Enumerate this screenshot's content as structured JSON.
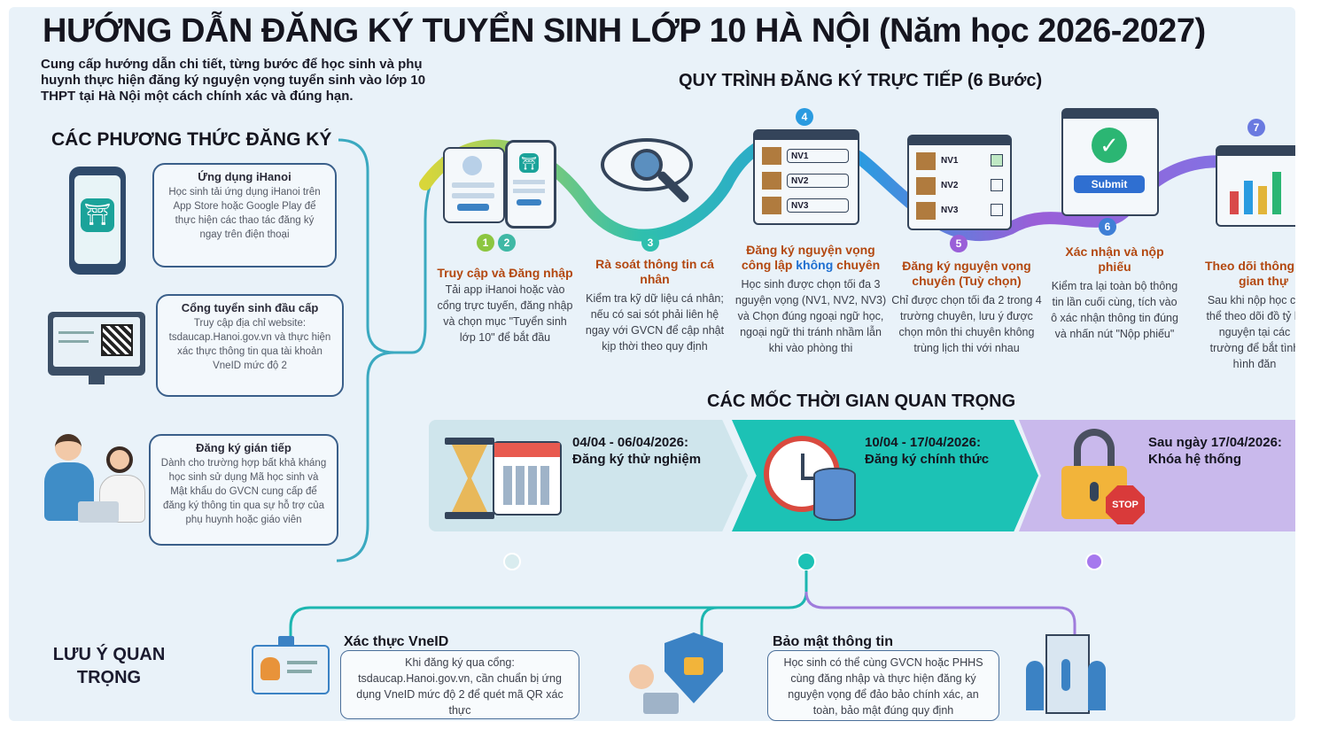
{
  "title": "HƯỚNG DẪN ĐĂNG KÝ TUYỂN SINH LỚP 10 HÀ NỘI (Năm học 2026-2027)",
  "intro": "Cung cấp hướng dẫn chi tiết, từng bước để học sinh và phụ huynh thực hiện đăng ký nguyện vọng tuyển sinh vào lớp 10 THPT tại Hà Nội một cách chính xác và đúng hạn.",
  "methods": {
    "heading": "CÁC PHƯƠNG THỨC ĐĂNG KÝ",
    "items": [
      {
        "title": "Ứng dụng iHanoi",
        "desc": "Học sinh tải ứng dụng iHanoi trên App Store hoặc Google Play để thực hiện các thao tác đăng ký ngay trên điện thoại",
        "icon": "phone-app-icon"
      },
      {
        "title": "Cổng tuyển sinh đầu cấp",
        "desc": "Truy cập địa chỉ website: tsdaucap.Hanoi.gov.vn và thực hiện xác thực thông tin qua tài khoản VneID mức độ 2",
        "icon": "computer-qr-icon"
      },
      {
        "title": "Đăng ký gián tiếp",
        "desc": "Dành cho trường hợp bất khả kháng học sinh sử dụng Mã học sinh và Mật khẩu do GVCN cung cấp để đăng ký thông tin qua sự hỗ trợ của phụ huynh hoặc giáo viên",
        "icon": "people-laptop-icon"
      }
    ]
  },
  "process": {
    "heading": "QUY TRÌNH ĐĂNG KÝ TRỰC TIẾP (6 Bước)",
    "steps": [
      {
        "num": "1 2",
        "title": "Truy cập và Đăng nhập",
        "desc": "Tải app iHanoi hoặc vào cổng trực tuyến, đăng nhập và chọn mục \"Tuyển sinh lớp 10\" để bắt đầu"
      },
      {
        "num": "3",
        "title": "Rà soát thông tin cá nhân",
        "desc": "Kiểm tra kỹ dữ liệu cá nhân; nếu có sai sót phải liên hệ ngay với GVCN để cập nhật kịp thời theo quy định"
      },
      {
        "num": "4",
        "title_a": "Đăng ký nguyện vọng công lập ",
        "title_b": "không",
        "title_c": " chuyên",
        "desc": "Học sinh được chọn tối đa 3 nguyện vọng (NV1, NV2, NV3) và Chọn đúng ngoại ngữ học, ngoại ngữ thi tránh nhầm lẫn khi vào phòng thi"
      },
      {
        "num": "5",
        "title": "Đăng ký nguyện vọng chuyên (Tuỳ chọn)",
        "desc": "Chỉ được chọn tối đa 2 trong 4 trường chuyên, lưu ý được chọn môn thi chuyên không trùng lịch thi với nhau"
      },
      {
        "num": "6",
        "title": "Xác nhận và nộp phiếu",
        "desc": "Kiểm tra lại toàn bộ thông tin lần cuối cùng, tích vào ô xác nhận thông tin đúng và nhấn nút \"Nộp phiếu\""
      },
      {
        "num": "7",
        "title": "Theo dõi thông thời gian thự",
        "desc": "Sau khi nộp học có thể theo dõi đồ tỷ lệ nguyện tại các trường để bắt tình hình đăn"
      }
    ],
    "nv_labels": [
      "NV1",
      "NV2",
      "NV3"
    ],
    "submit_label": "Submit"
  },
  "milestones": {
    "heading": "CÁC MỐC THỜI GIAN QUAN TRỌNG",
    "items": [
      {
        "date": "04/04 - 06/04/2026:",
        "label": "Đăng ký thử nghiệm"
      },
      {
        "date": "10/04 - 17/04/2026:",
        "label": "Đăng ký chính thức"
      },
      {
        "date": "Sau ngày 17/04/2026:",
        "label": "Khóa hệ thống"
      }
    ],
    "stop_label": "STOP"
  },
  "notes": {
    "heading": "LƯU Ý QUAN TRỌNG",
    "items": [
      {
        "title": "Xác thực VneID",
        "desc": "Khi đăng ký qua cổng: tsdaucap.Hanoi.gov.vn, cần chuẩn bị ứng dụng VneID mức độ 2 để quét mã QR xác thực"
      },
      {
        "title": "Bảo mật thông tin",
        "desc": "Học sinh có thể cùng GVCN hoặc PHHS cùng đăng nhập và thực hiện đăng ký nguyện vọng để đảo bảo chính xác, an toàn, bảo mật đúng quy định"
      }
    ]
  },
  "colors": {
    "accent_orange": "#b34810",
    "teal": "#1cc2b5",
    "purple": "#9a6fd8",
    "navy": "#3a5f8a"
  }
}
